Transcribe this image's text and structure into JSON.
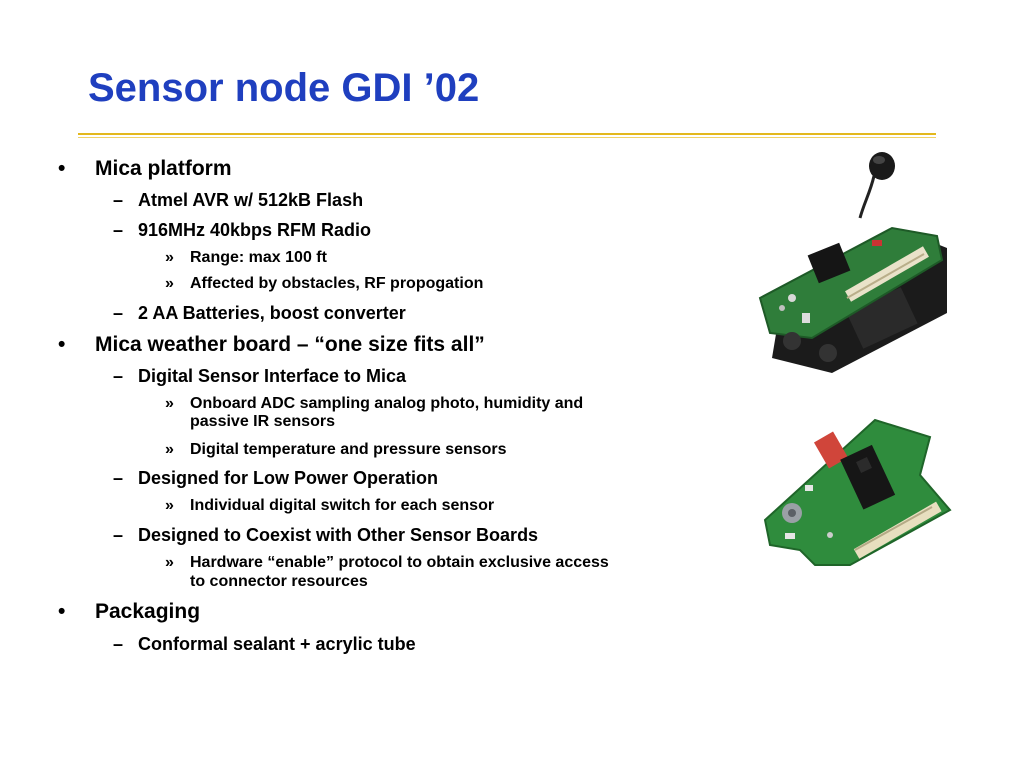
{
  "slide": {
    "title": "Sensor node GDI ’02",
    "markers": {
      "level1": "•",
      "level2": "–",
      "level3": "»"
    },
    "items": [
      {
        "level": 1,
        "text": "Mica platform"
      },
      {
        "level": 2,
        "text": "Atmel AVR w/ 512kB Flash"
      },
      {
        "level": 2,
        "text": "916MHz 40kbps RFM Radio"
      },
      {
        "level": 3,
        "text": "Range: max 100 ft"
      },
      {
        "level": 3,
        "text": "Affected by obstacles, RF propogation"
      },
      {
        "level": 2,
        "text": "2 AA Batteries, boost converter"
      },
      {
        "level": 1,
        "text": "Mica weather board – “one size fits all”"
      },
      {
        "level": 2,
        "text": "Digital Sensor Interface to Mica"
      },
      {
        "level": 3,
        "text": "Onboard ADC sampling analog photo, humidity and",
        "continuation": "passive IR sensors"
      },
      {
        "level": 3,
        "text": "Digital temperature and pressure sensors"
      },
      {
        "level": 2,
        "text": "Designed for Low Power Operation"
      },
      {
        "level": 3,
        "text": "Individual digital switch for each sensor"
      },
      {
        "level": 2,
        "text": "Designed to Coexist with Other Sensor Boards"
      },
      {
        "level": 3,
        "text": "Hardware “enable” protocol to obtain exclusive access",
        "continuation": "to connector resources"
      },
      {
        "level": 1,
        "text": "Packaging"
      },
      {
        "level": 2,
        "text": "Conformal sealant + acrylic tube"
      }
    ]
  },
  "colors": {
    "title": "#1f3fbf",
    "rule": "#e3b81d",
    "board": "#2f7d3a",
    "text": "#000000"
  },
  "images": [
    {
      "name": "mica-mote-photo"
    },
    {
      "name": "weather-board-photo"
    }
  ]
}
